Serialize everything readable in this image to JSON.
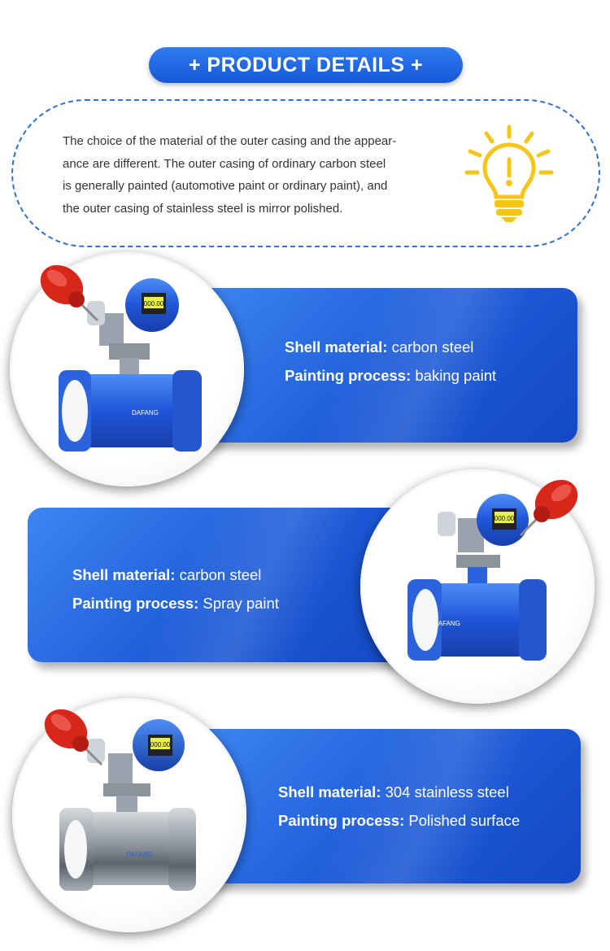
{
  "header": {
    "title": "+ PRODUCT DETAILS +"
  },
  "note": {
    "lines": [
      "The choice of the material of the outer casing and the appear-",
      "ance are different. The outer casing of ordinary carbon steel",
      "is generally painted (automotive paint or ordinary paint), and",
      "the outer casing of stainless steel is mirror polished."
    ]
  },
  "products": [
    {
      "shell_label": "Shell material:",
      "shell_value": " carbon steel",
      "process_label": "Painting process:",
      "process_value": " baking paint",
      "display": "000.00",
      "brand": "DAFANG"
    },
    {
      "shell_label": "Shell material:",
      "shell_value": " carbon steel",
      "process_label": "Painting process:",
      "process_value": " Spray paint",
      "display": "000.00",
      "brand": "DAFANG"
    },
    {
      "shell_label": "Shell material:",
      "shell_value": " 304 stainless steel",
      "process_label": "Painting process:",
      "process_value": " Polished surface",
      "display": "000.00",
      "brand": "DAFANG"
    }
  ],
  "colors": {
    "accent": "#1d5ad8",
    "bulb": "#f5c518",
    "pin": "#d8261a",
    "steel": "#9aa3ad"
  },
  "icons": [
    "lightbulb-icon",
    "pushpin-icon"
  ]
}
